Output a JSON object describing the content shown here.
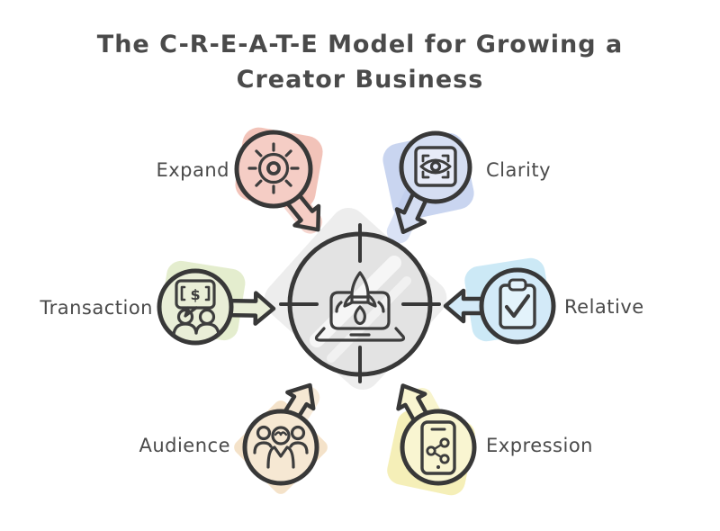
{
  "title": "The C-R-E-A-T-E Model for Growing a Creator Business",
  "center": {
    "icon": "rocket-launch-laptop",
    "color": "#e3e3e3",
    "accent": "#ededed"
  },
  "glyphs": {
    "dollar": "$"
  },
  "nodes": [
    {
      "label": "Expand",
      "icon": "sun-gear",
      "color": "#f5cdc5",
      "accent": "#efb4a7"
    },
    {
      "label": "Clarity",
      "icon": "eye-focus-frame",
      "color": "#d5def2",
      "accent": "#bccbec"
    },
    {
      "label": "Transaction",
      "icon": "money-chat-people",
      "color": "#e9eed7",
      "accent": "#dde9c2"
    },
    {
      "label": "Relative",
      "icon": "clipboard-check",
      "color": "#d3eaf8",
      "accent": "#bfe3f4"
    },
    {
      "label": "Audience",
      "icon": "people-group",
      "color": "#f6e8d3",
      "accent": "#f1dbbc"
    },
    {
      "label": "Expression",
      "icon": "phone-share",
      "color": "#f9f5d1",
      "accent": "#f3ecab"
    }
  ]
}
